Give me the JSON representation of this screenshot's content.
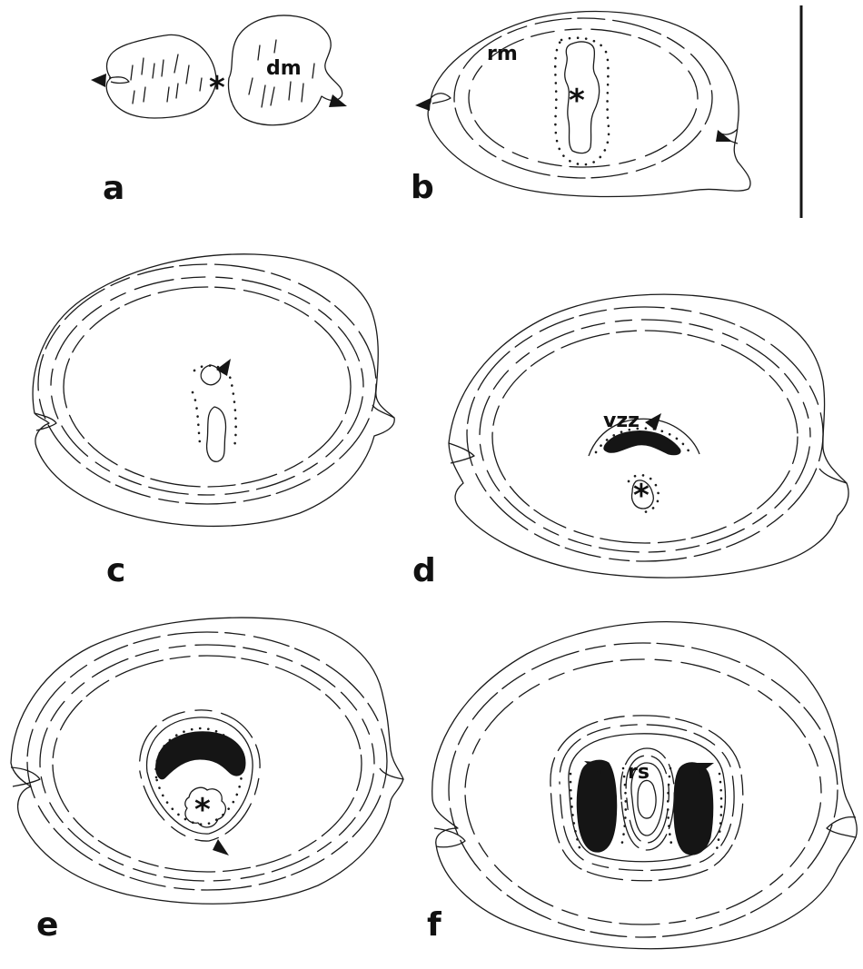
{
  "panels": {
    "a": {
      "label": "a",
      "tissue_label": "dm",
      "marker": "*"
    },
    "b": {
      "label": "b",
      "tissue_label": "rm",
      "marker": "*"
    },
    "c": {
      "label": "c"
    },
    "d": {
      "label": "d",
      "tissue_label": "vzz",
      "marker": "*"
    },
    "e": {
      "label": "e",
      "marker": "*"
    },
    "f": {
      "label": "f",
      "tissue_label": "rs"
    }
  },
  "scale_bar": {
    "present": true
  },
  "colors": {
    "ink": "#151515",
    "background": "#ffffff"
  }
}
